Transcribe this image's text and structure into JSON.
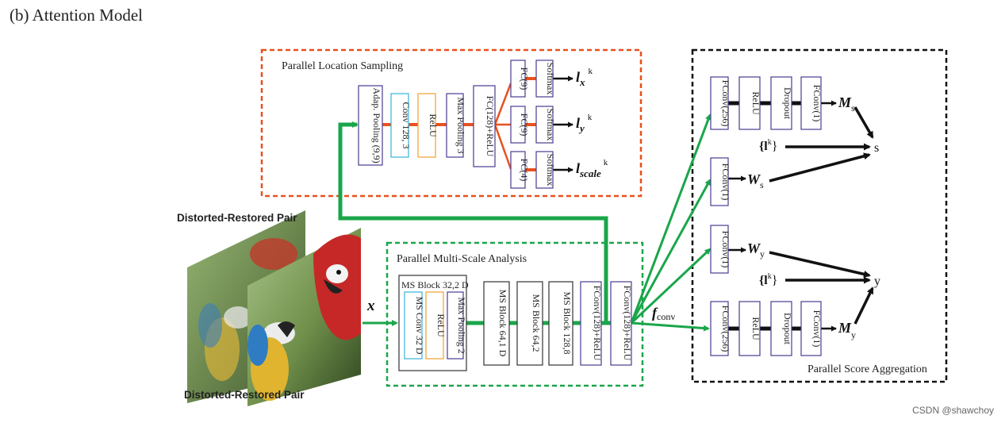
{
  "figure_title": "(b) Attention Model",
  "input_caption": "Distorted-Restored Pair",
  "input_symbol": "x",
  "feature_symbol": "f",
  "feature_sub": "conv",
  "sampling": {
    "title": "Parallel Location Sampling",
    "blocks": [
      "Adap. Pooling (9,9)",
      "Conv 128, 3",
      "ReLU",
      "Max Pooling 3",
      "FC(128)+ReLU"
    ],
    "fc": [
      "FC(9)",
      "FC(9)",
      "FC(4)"
    ],
    "softmax": "Softmax",
    "out_base": "l",
    "outputs": [
      "x",
      "y",
      "scale"
    ],
    "out_sup": "k"
  },
  "analysis": {
    "title": "Parallel Multi-Scale Analysis",
    "ms_block_title": "MS Block 32,2 D",
    "ms_inner": [
      "MS Conv 32 D",
      "ReLU",
      "Max Pooling 2"
    ],
    "blocks": [
      "MS Block 64,1 D",
      "MS Block 64,2",
      "MS Block 128,8",
      "FConv(128)+ReLU",
      "FConv(128)+ReLU"
    ]
  },
  "aggregation": {
    "title": "Parallel Score Aggregation",
    "fconv256": "FConv(256)",
    "relu": "ReLU",
    "dropout": "Dropout",
    "fconv1": "FConv(1)",
    "m_base": "M",
    "w_base": "W",
    "sub_s": "s",
    "sub_y": "y",
    "set_l": "{l",
    "set_sup": "k",
    "set_close": "}",
    "score_s": "s",
    "score_y": "y"
  },
  "watermark": "CSDN @shawchoy",
  "colors": {
    "orange": "#e8511f",
    "green": "#1aa64a",
    "black": "#111111",
    "purple": "#4b3b8f",
    "cyan": "#34b4d8",
    "amber": "#f0a030"
  }
}
